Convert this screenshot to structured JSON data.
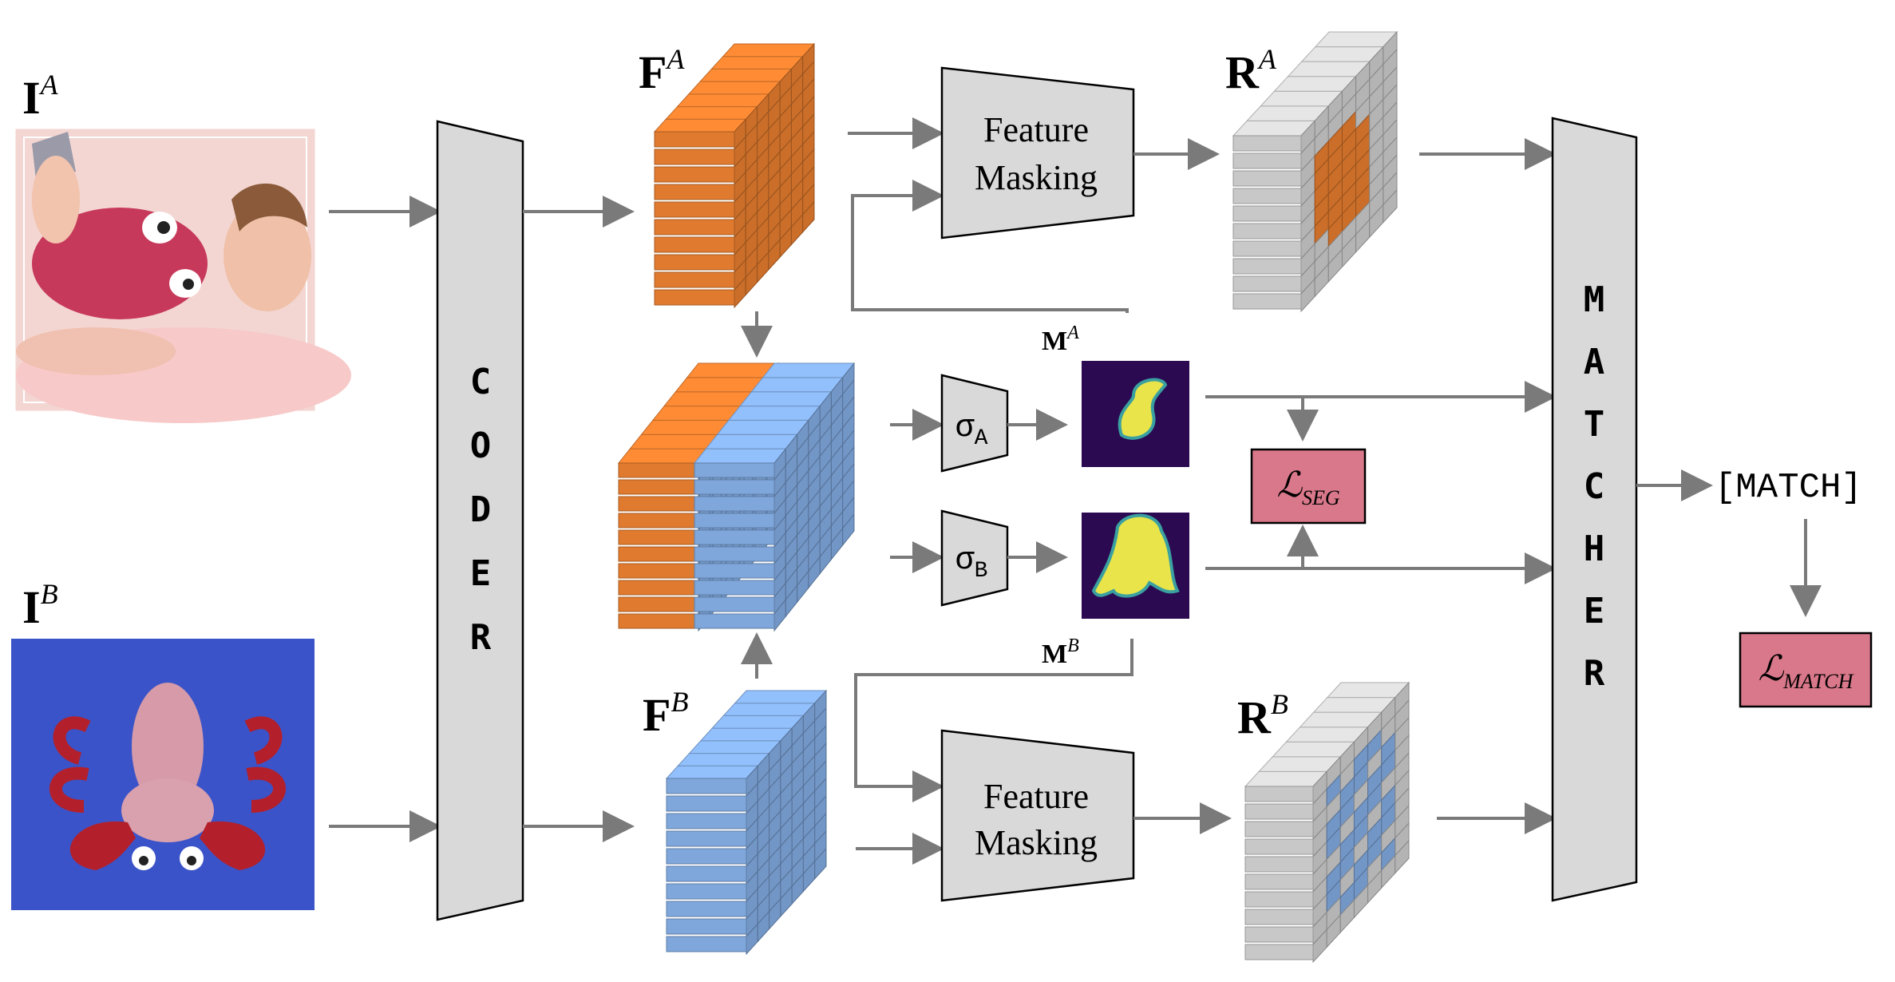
{
  "inputs": {
    "image_a_label_main": "I",
    "image_a_label_sup": "A",
    "image_b_label_main": "I",
    "image_b_label_sup": "B"
  },
  "encoder": {
    "letters": [
      "C",
      "O",
      "D",
      "E",
      "R"
    ]
  },
  "features": {
    "fa_main": "F",
    "fa_sup": "A",
    "fb_main": "F",
    "fb_sup": "B"
  },
  "masking": {
    "top_line1": "Feature",
    "top_line2": "Masking",
    "bottom_line1": "Feature",
    "bottom_line2": "Masking"
  },
  "results": {
    "ra_main": "R",
    "ra_sup": "A",
    "rb_main": "R",
    "rb_sup": "B"
  },
  "sigma": {
    "a_main": "σ",
    "a_sub": "A",
    "b_main": "σ",
    "b_sub": "B"
  },
  "masks": {
    "ma_main": "M",
    "ma_sup": "A",
    "mb_main": "M",
    "mb_sup": "B"
  },
  "matcher": {
    "letters": [
      "M",
      "A",
      "T",
      "C",
      "H",
      "E",
      "R"
    ]
  },
  "output": {
    "match_token": "[MATCH]"
  },
  "losses": {
    "seg_main": "ℒ",
    "seg_sub": "SEG",
    "match_main": "ℒ",
    "match_sub": "MATCH"
  },
  "colors": {
    "orange": "#e07a2e",
    "blue": "#7fa7dc",
    "gray_block": "#c8c8c8",
    "mask_bg": "#2b0a52",
    "mask_fg": "#e8e44a",
    "loss_fill": "#d9788a",
    "trapezoid_fill": "#d9d9d9",
    "arrow": "#7a7a7a"
  }
}
